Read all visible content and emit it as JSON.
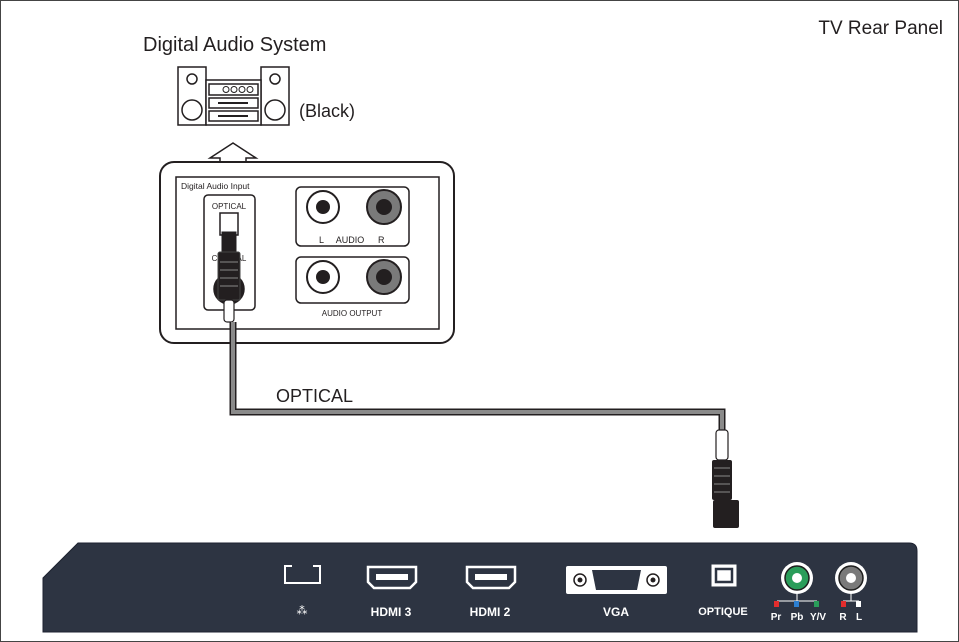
{
  "title": "TV Rear Panel",
  "device": {
    "name": "Digital Audio System",
    "color_note": "(Black)"
  },
  "audio_panel": {
    "group_label": "Digital Audio Input",
    "optical_label": "OPTICAL",
    "coaxial_label": "COAXIAL",
    "audio_in_left": "L",
    "audio_in_mid": "AUDIO",
    "audio_in_right": "R",
    "audio_output_label": "AUDIO OUTPUT"
  },
  "cable": {
    "label": "OPTICAL",
    "color": "#808080"
  },
  "tv_panel": {
    "background": "#2d3442",
    "ports": {
      "lan_symbol": "⁂",
      "hdmi3": "HDMI 3",
      "hdmi2": "HDMI 2",
      "vga": "VGA",
      "optique": "OPTIQUE",
      "pr": "Pr",
      "pb": "Pb",
      "yv": "Y/V",
      "r": "R",
      "l": "L"
    }
  }
}
